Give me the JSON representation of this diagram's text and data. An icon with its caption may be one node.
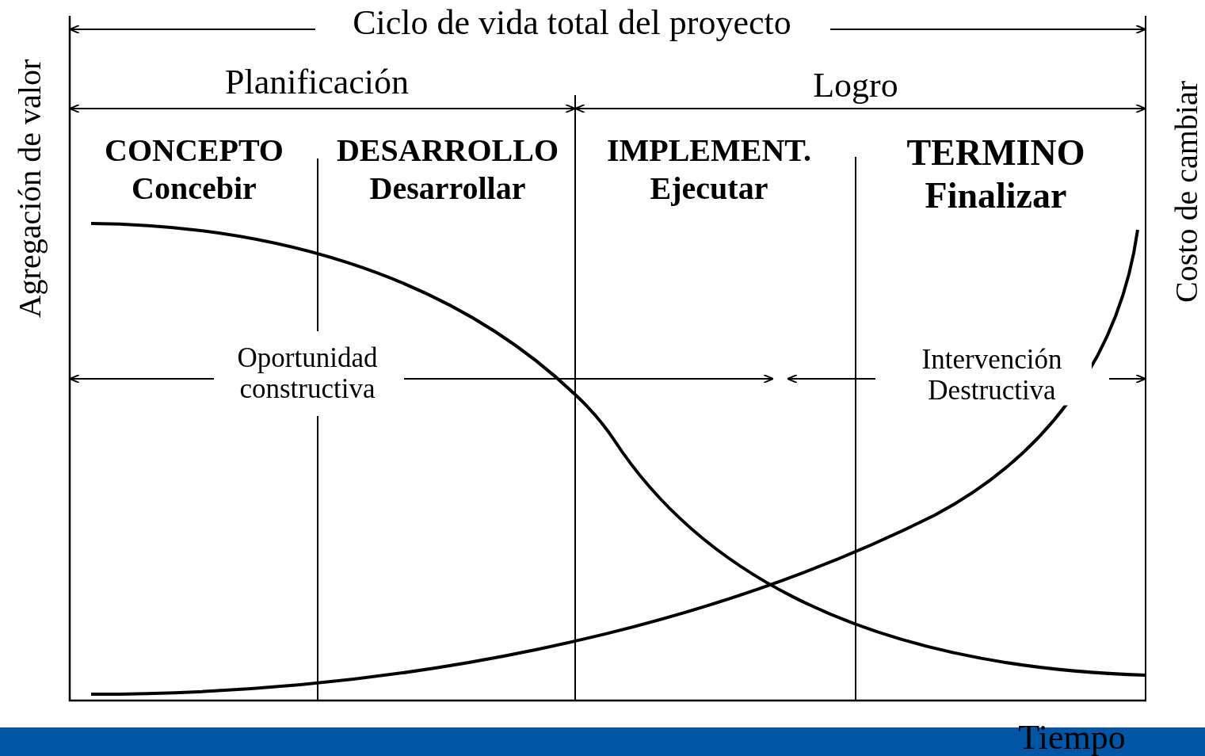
{
  "diagram": {
    "labels": [
      "Agregación de valor",
      "Ciclo de vida total del proyecto",
      "Planificación",
      "Logro",
      "Costo de cambiar",
      "CONCEPTO",
      "Concebir",
      "DESARROLLO",
      "Desarrollar",
      "IMPLEMENT.",
      "Ejecutar",
      "TERMINO",
      "Finalizar",
      "Oportunidad constructiva",
      "Intervención Destructiva",
      "Tiempo"
    ]
  }
}
